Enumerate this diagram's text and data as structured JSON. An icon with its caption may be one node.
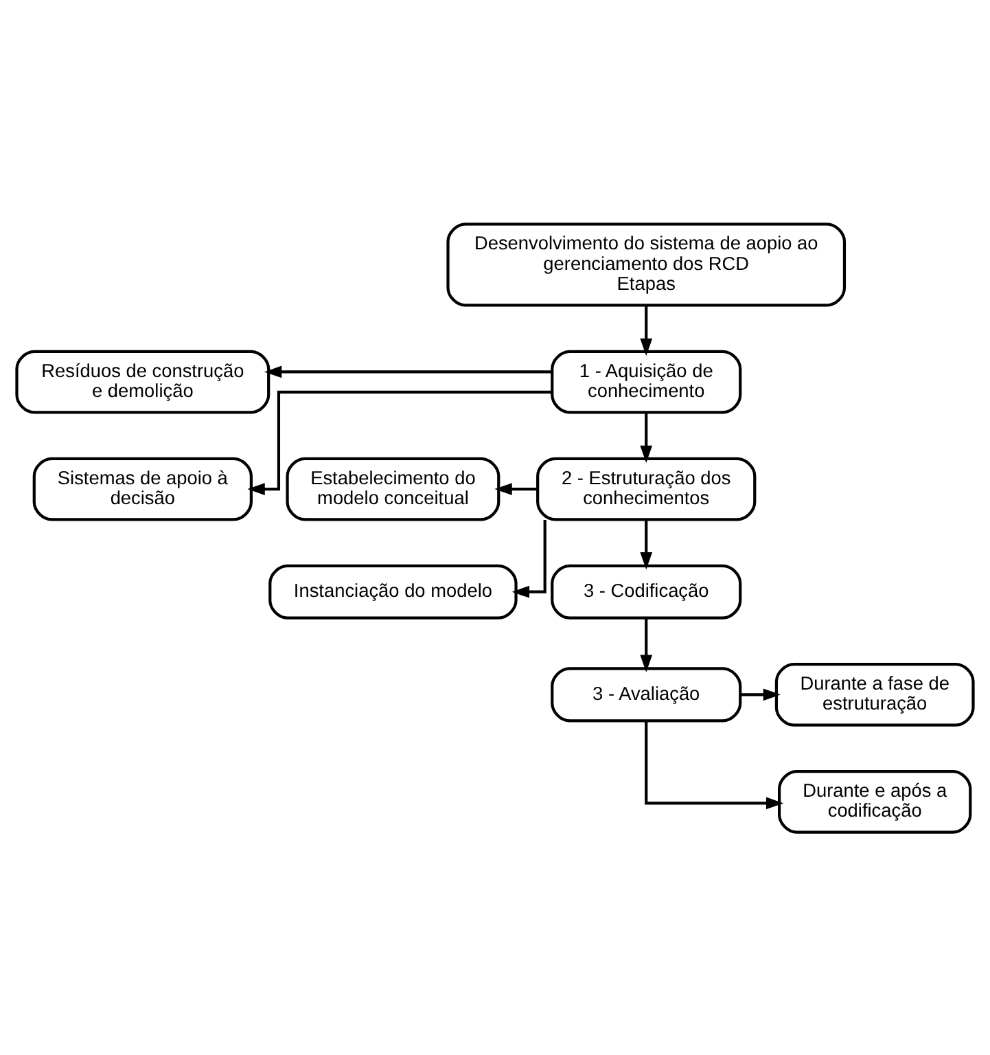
{
  "diagram": {
    "nodes": [
      {
        "text": [
          "Desenvolvimento do sistema de aopio ao gerenciamento dos RCD",
          "Etapas"
        ]
      },
      {
        "text": [
          "1 - Aquisição de conhecimento"
        ]
      },
      {
        "text": [
          "Resíduos de construção e demolição"
        ]
      },
      {
        "text": [
          "Sistemas de apoio à decisão"
        ]
      },
      {
        "text": [
          "2 - Estruturação dos conhecimentos"
        ]
      },
      {
        "text": [
          "Estabelecimento do modelo conceitual"
        ]
      },
      {
        "text": [
          "Instanciação do modelo"
        ]
      },
      {
        "text": [
          "3 - Codificação"
        ]
      },
      {
        "text": [
          "3 - Avaliação"
        ]
      },
      {
        "text": [
          "Durante a fase de estruturação"
        ]
      },
      {
        "text": [
          "Durante e após a codificação"
        ]
      }
    ],
    "edges": [
      {
        "from": 0,
        "to": 1,
        "arrow": "to"
      },
      {
        "from": 1,
        "to": 2,
        "arrow": "to"
      },
      {
        "from": 1,
        "to": 3,
        "arrow": "to"
      },
      {
        "from": 1,
        "to": 4,
        "arrow": "to"
      },
      {
        "from": 4,
        "to": 5,
        "arrow": "to"
      },
      {
        "from": 4,
        "to": 6,
        "arrow": "to"
      },
      {
        "from": 4,
        "to": 7,
        "arrow": "to"
      },
      {
        "from": 7,
        "to": 8,
        "arrow": "to"
      },
      {
        "from": 8,
        "to": 9,
        "arrow": "to"
      },
      {
        "from": 8,
        "to": 10,
        "arrow": "to"
      }
    ]
  }
}
